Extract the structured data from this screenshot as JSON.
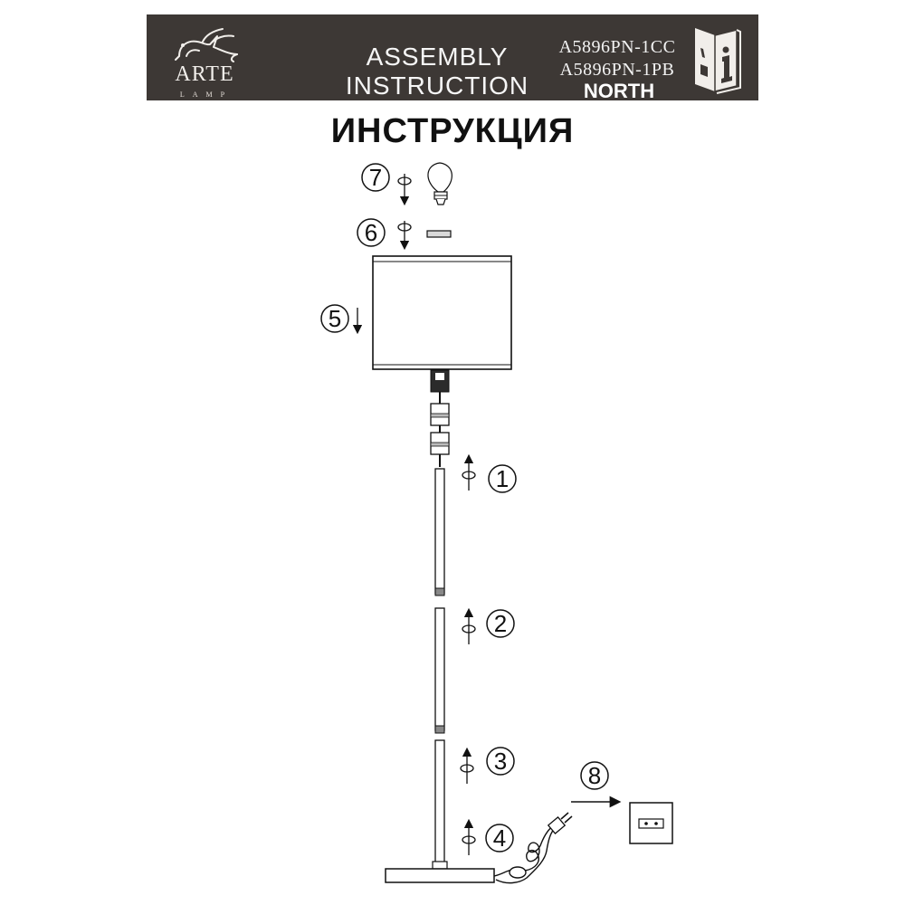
{
  "header": {
    "brand": "ARTE",
    "brand_sub": "LAMP",
    "title_line1": "ASSEMBLY",
    "title_line2": "INSTRUCTION",
    "model_codes": [
      "A5896PN-1CC",
      "A5896PN-1PB"
    ],
    "model_name": "NORTH",
    "icon": "manual-info-icon"
  },
  "page_title": "ИНСТРУКЦИЯ",
  "steps": [
    {
      "number": "7",
      "part": "light bulb"
    },
    {
      "number": "6",
      "part": "shade ring"
    },
    {
      "number": "5",
      "part": "lamp shade"
    },
    {
      "number": "1",
      "part": "upper pole"
    },
    {
      "number": "2",
      "part": "middle pole"
    },
    {
      "number": "3",
      "part": "lower pole"
    },
    {
      "number": "4",
      "part": "base with cord"
    },
    {
      "number": "8",
      "part": "wall socket"
    }
  ]
}
